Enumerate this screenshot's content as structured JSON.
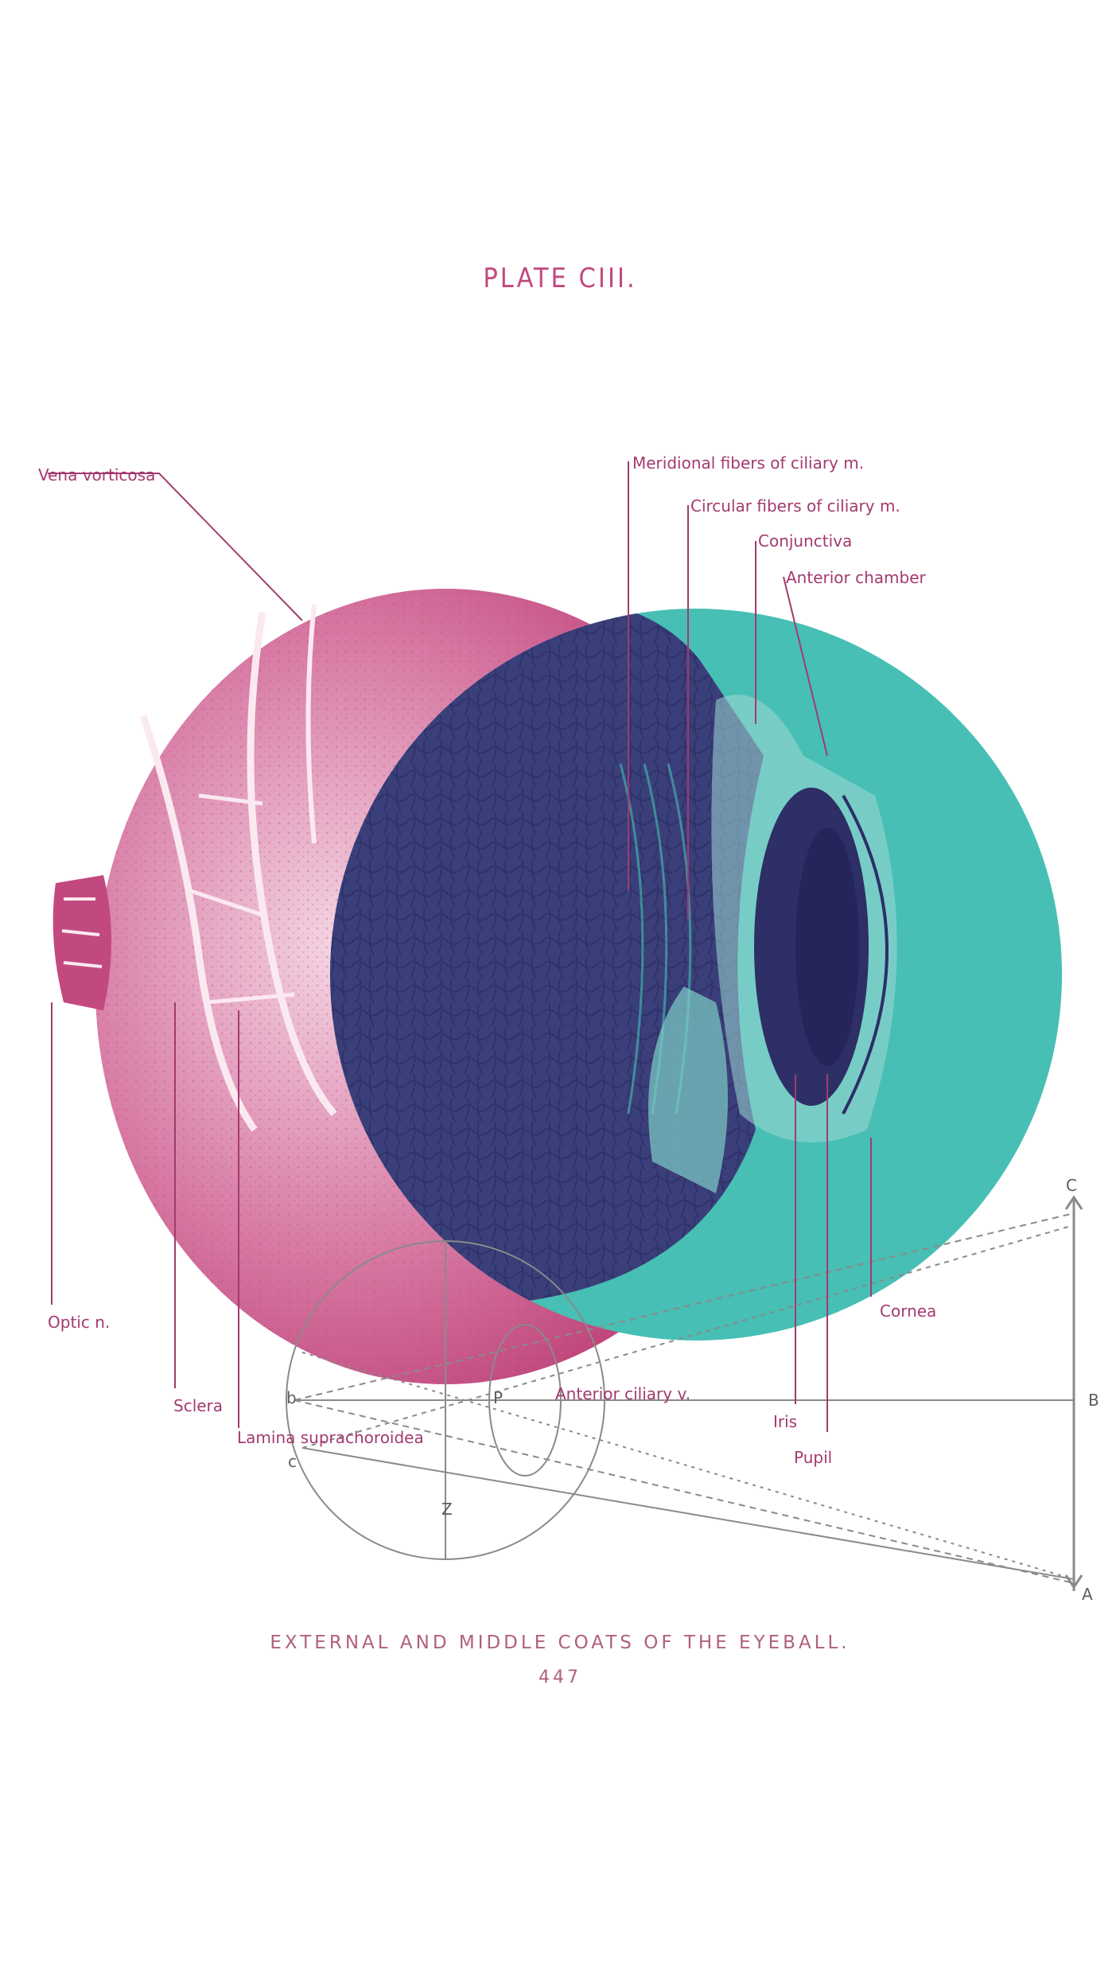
{
  "plate": {
    "title": "PLATE CIII.",
    "caption": "EXTERNAL AND MIDDLE COATS OF THE EYEBALL.",
    "page_number": "447"
  },
  "labels": {
    "vena_vorticosa": "Vena vorticosa",
    "meridional_fibers": "Meridional fibers of ciliary m.",
    "circular_fibers": "Circular fibers of ciliary m.",
    "conjunctiva": "Conjunctiva",
    "anterior_chamber": "Anterior chamber",
    "optic_n": "Optic n.",
    "sclera": "Sclera",
    "lamina_suprachoroidea": "Lamina suprachoroidea",
    "anterior_ciliary": "Anterior ciliary v.",
    "iris": "Iris",
    "pupil": "Pupil",
    "cornea": "Cornea"
  },
  "diagram_letters": {
    "c_top": "C",
    "b": "B",
    "a": "A",
    "z": "Z",
    "c_left": "c",
    "b_left": "b",
    "p": "P"
  },
  "colors": {
    "magenta": "#c2497f",
    "teal": "#47bfb4",
    "navy": "#2d2f66",
    "diagram_gray": "#8a8a8a"
  }
}
